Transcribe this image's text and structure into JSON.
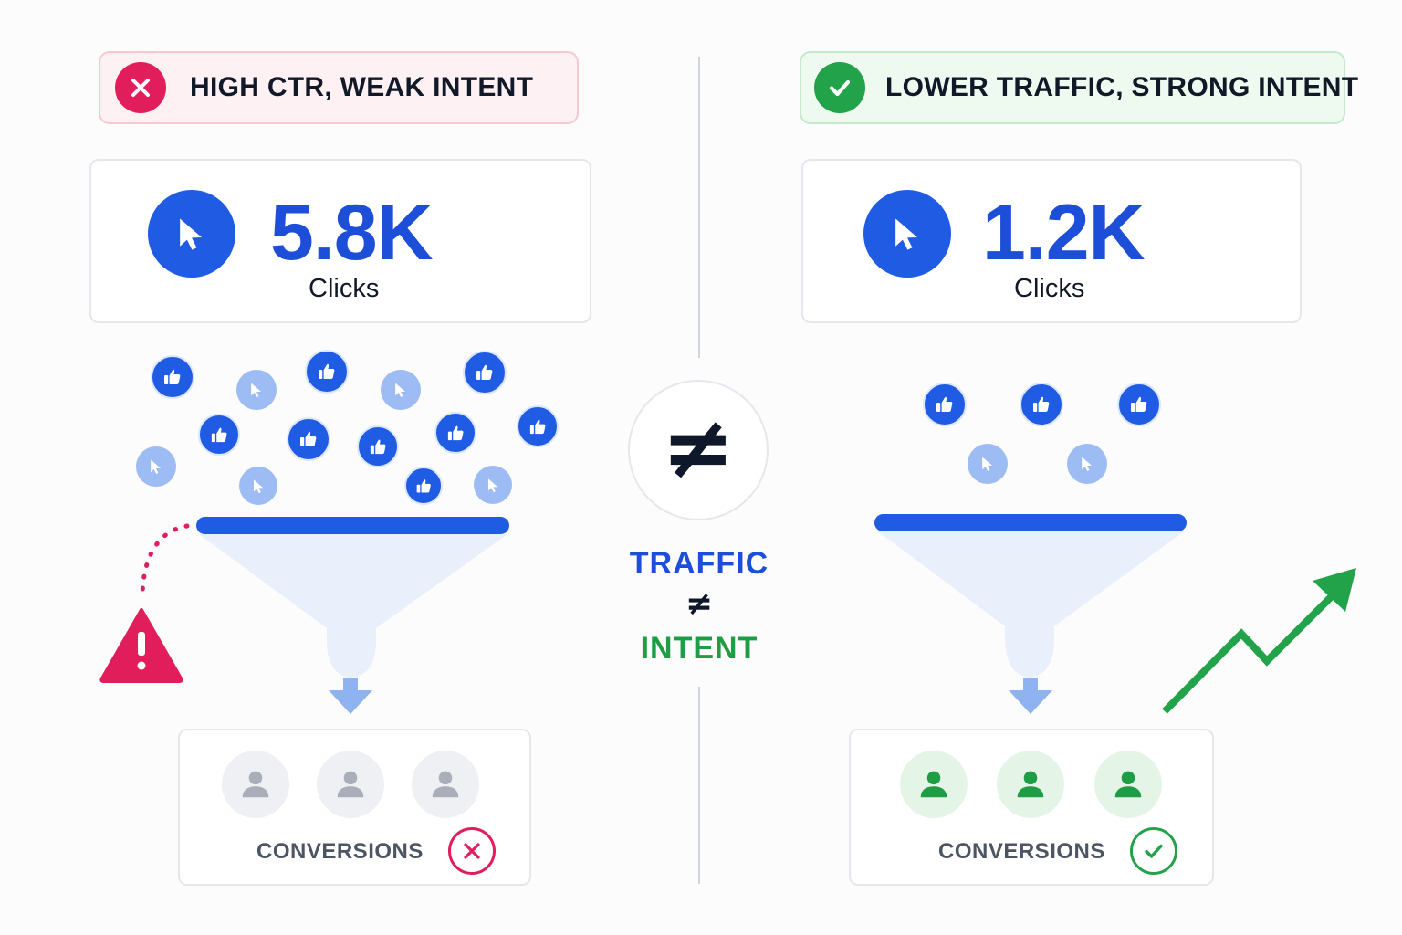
{
  "left": {
    "banner_label": "HIGH CTR, WEAK INTENT",
    "banner_icon": "x-icon",
    "metric_value": "5.8K",
    "metric_label": "Clicks",
    "metric_icon": "cursor-icon",
    "conversions_label": "CONVERSIONS",
    "status_icon": "x-icon",
    "warning_icon": "warning-triangle-icon",
    "people_count": 3,
    "people_color": "#a9aeb8"
  },
  "right": {
    "banner_label": "LOWER TRAFFIC, STRONG INTENT",
    "banner_icon": "check-icon",
    "metric_value": "1.2K",
    "metric_label": "Clicks",
    "metric_icon": "cursor-icon",
    "conversions_label": "CONVERSIONS",
    "status_icon": "check-icon",
    "trend_icon": "trend-up-arrow-icon",
    "people_count": 3,
    "people_color": "#1f9d45"
  },
  "center": {
    "symbol": "≠",
    "line1": "TRAFFIC",
    "line2": "≠",
    "line3": "INTENT"
  },
  "colors": {
    "blue": "#1f5be3",
    "light_blue": "#9dbcf3",
    "red": "#e11d5c",
    "green": "#22a349",
    "traffic_text": "#1d4ed8",
    "intent_text": "#1f9d45"
  }
}
